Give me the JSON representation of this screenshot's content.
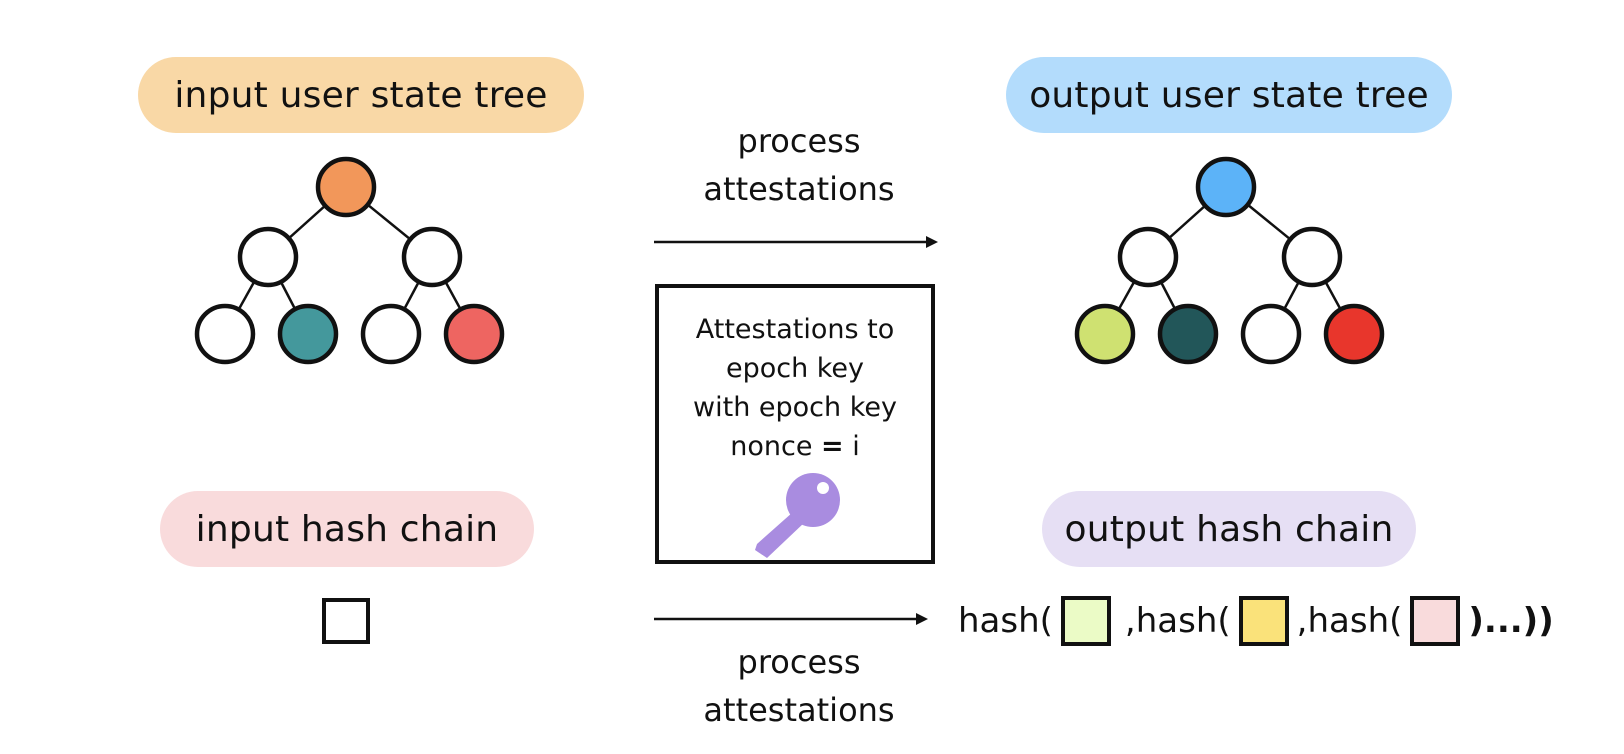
{
  "input_tree": {
    "title": "input user state tree",
    "pill_color": "#f9d8a6",
    "root_color": "#f2975a",
    "leaf_colors": [
      "#ffffff",
      "#44989c",
      "#ffffff",
      "#ee6561"
    ]
  },
  "output_tree": {
    "title": "output user state tree",
    "pill_color": "#b3dcfc",
    "root_color": "#5cb3f8",
    "leaf_colors": [
      "#cfe171",
      "#225659",
      "#ffffff",
      "#e8362c"
    ]
  },
  "input_chain": {
    "title": "input hash chain",
    "pill_color": "#f9dbdc"
  },
  "output_chain": {
    "title": "output hash chain",
    "pill_color": "#e6dff4",
    "expression": {
      "hash1": "hash(",
      "sep1": ",",
      "hash2": "hash(",
      "sep2": ",",
      "hash3": "hash(",
      "tail": ")...))"
    },
    "box_colors": [
      "#ebfbc6",
      "#fae27a",
      "#f9dbdc"
    ]
  },
  "process_top": {
    "line1": "process",
    "line2": "attestations"
  },
  "process_bottom": {
    "line1": "process",
    "line2": "attestations"
  },
  "attestation_box": {
    "line1": "Attestations to",
    "line2": "epoch key",
    "line3": "with epoch key",
    "line4_prefix": "nonce ",
    "line4_eq": "=",
    "line4_suffix": " i",
    "key_icon": "key-icon",
    "key_color": "#a98ce0"
  }
}
